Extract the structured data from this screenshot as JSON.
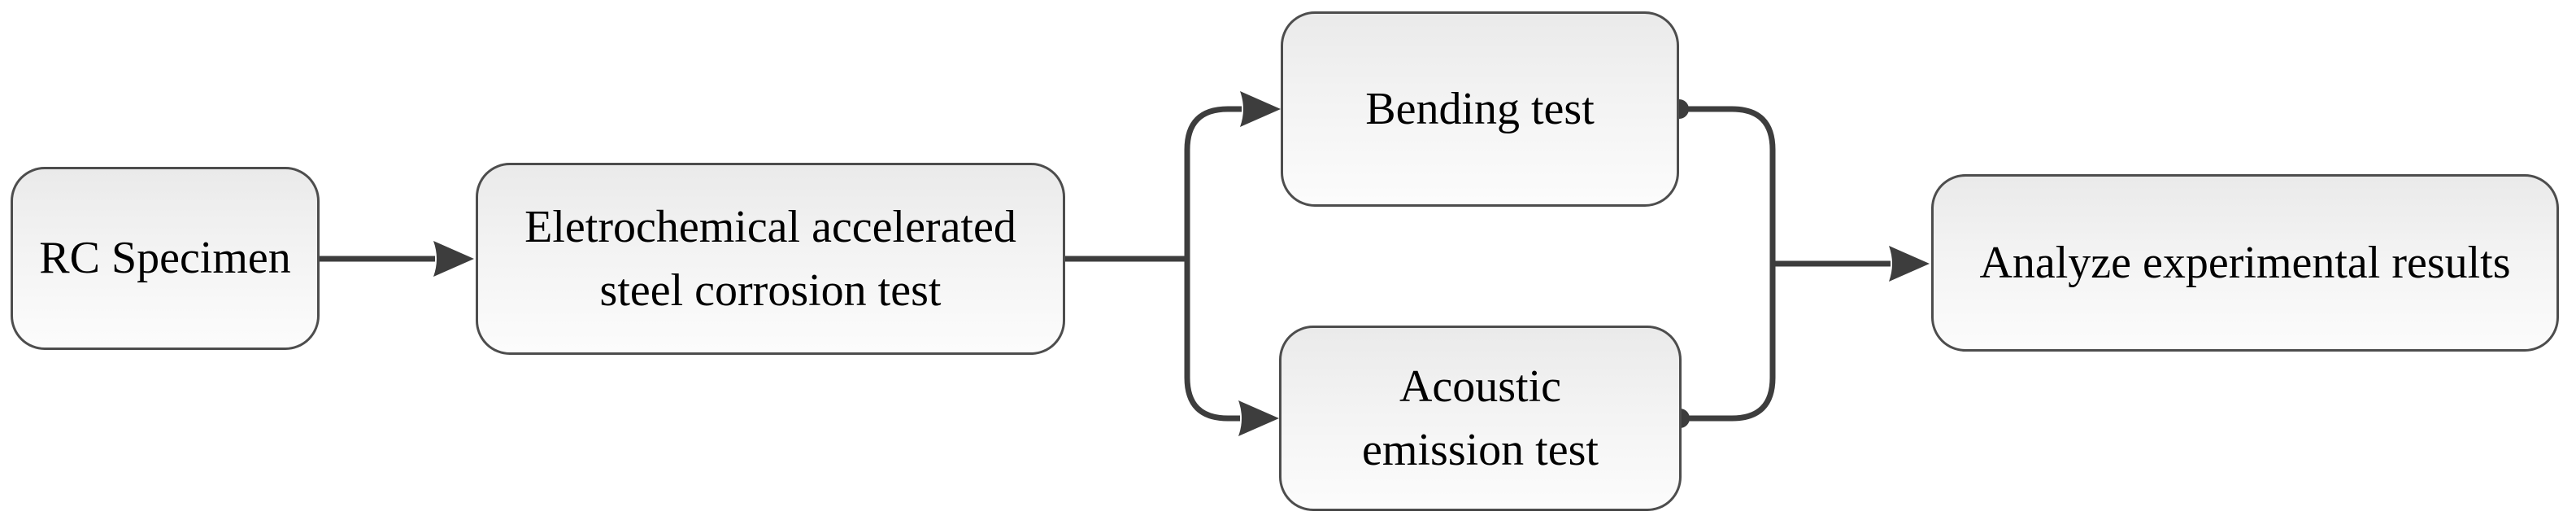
{
  "diagram": {
    "type": "flowchart",
    "background_color": "#ffffff",
    "colors": {
      "connector_stroke": "#3d3d3d",
      "node_border": "#4d4d4d",
      "node_fill_top": "#eaeaea",
      "node_fill_bottom": "#fcfcfc",
      "text": "#000000"
    },
    "nodes": {
      "rc_specimen": {
        "label": "RC Specimen"
      },
      "corrosion_test": {
        "label": "Eletrochemical accelerated\nsteel corrosion test"
      },
      "bending_test": {
        "label": "Bending test"
      },
      "acoustic_test": {
        "label": "Acoustic\nemission test"
      },
      "analyze_results": {
        "label": "Analyze experimental results"
      }
    },
    "edges": [
      {
        "from": "RC Specimen",
        "to": "Eletrochemical accelerated steel corrosion test",
        "style": "arrow"
      },
      {
        "from": "Eletrochemical accelerated steel corrosion test",
        "to": "Bending test",
        "style": "arrow"
      },
      {
        "from": "Eletrochemical accelerated steel corrosion test",
        "to": "Acoustic emission test",
        "style": "arrow"
      },
      {
        "from": "Bending test",
        "to": "Analyze experimental results",
        "style": "dot-to-arrow"
      },
      {
        "from": "Acoustic emission test",
        "to": "Analyze experimental results",
        "style": "dot-to-arrow"
      }
    ]
  }
}
